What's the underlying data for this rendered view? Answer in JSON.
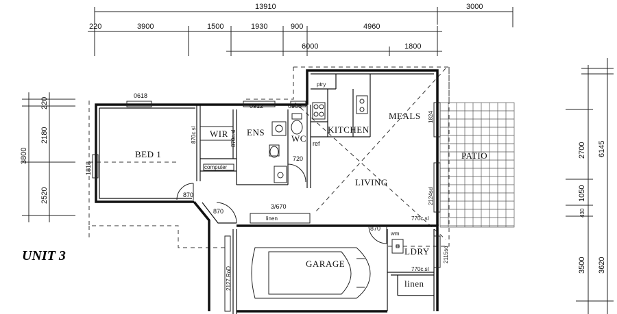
{
  "title": "UNIT 3",
  "dimensions_top": {
    "overall": "13910",
    "right": "3000",
    "row2": [
      "220",
      "3900",
      "1500",
      "1930",
      "900",
      "4960"
    ],
    "row3": [
      "6000",
      "1800"
    ]
  },
  "dimensions_left": [
    "220",
    "2180",
    "3800",
    "2520"
  ],
  "dimensions_right": [
    "2700",
    "6145",
    "1050",
    "430",
    "3500",
    "3620"
  ],
  "rooms": {
    "bed1": "BED 1",
    "wir": "WIR",
    "ens": "ENS",
    "wc": "WC",
    "kitchen": "KITCHEN",
    "meals": "MEALS",
    "living": "LIVING",
    "patio": "PATIO",
    "garage": "GARAGE",
    "ldry": "LDRY",
    "linen_ldry": "linen"
  },
  "annotations": {
    "window_bed_top": "0618",
    "window_ens": "0912",
    "window_wc": "0906",
    "window_bed_left": "1818",
    "wir_robe": "870c.sl",
    "ens_robe": "870c.sl",
    "computer": "computer",
    "door_wc": "720",
    "door_bed": "870",
    "door_hall": "870",
    "hall_linen_code": "3/670",
    "hall_linen": "linen",
    "door_garage": "870",
    "living_robe": "770c.sl",
    "pantry": "ptry",
    "fridge": "ref",
    "meals_window": "1824",
    "patio_door": "2124sd",
    "ldry_door": "2115sd",
    "washer": "wm",
    "ldry_robe": "770c.sl",
    "garage_door": "2127 RoD"
  }
}
